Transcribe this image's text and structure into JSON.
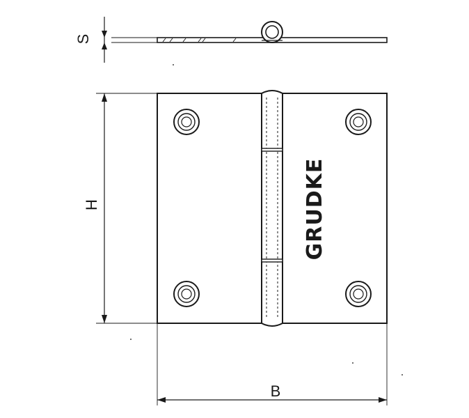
{
  "dimensions": {
    "thickness": "S",
    "height": "H",
    "width": "B"
  },
  "brand": "GRUDKE",
  "colors": {
    "line": "#1a1a1a",
    "background": "#ffffff"
  }
}
